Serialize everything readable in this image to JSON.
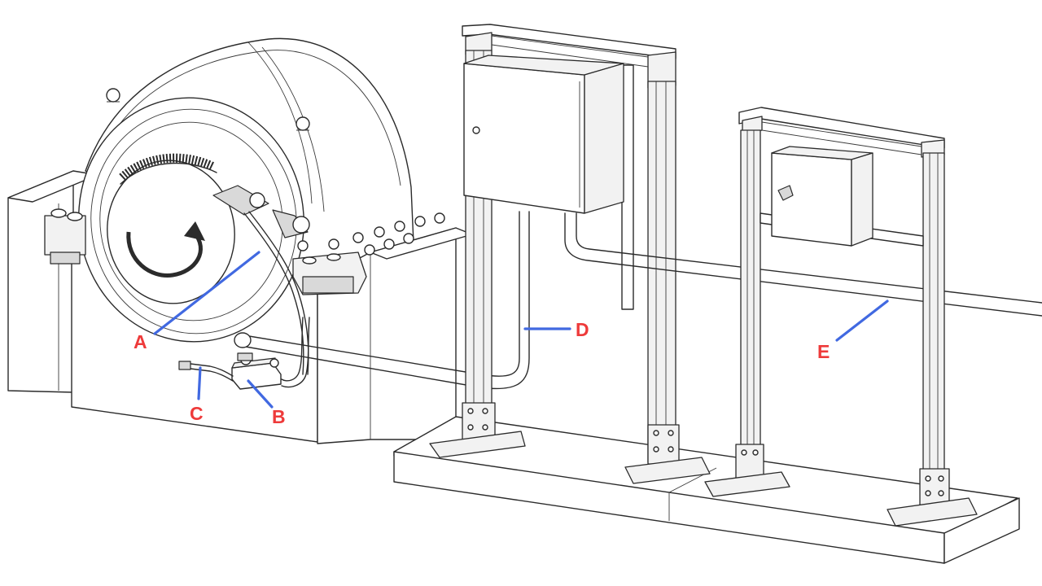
{
  "diagram": {
    "colors": {
      "line": "#2b2b2b",
      "leader": "#4169e1",
      "label": "#ee3a3a"
    },
    "callouts": {
      "a": "A",
      "b": "B",
      "c": "C",
      "d": "D",
      "e": "E"
    }
  }
}
